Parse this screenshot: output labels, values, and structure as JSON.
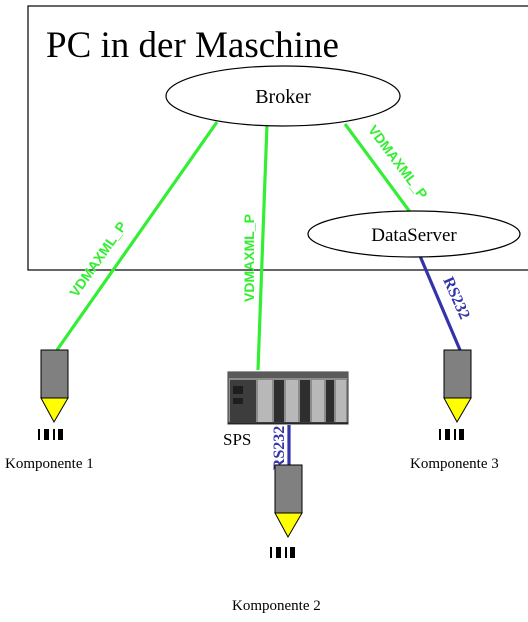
{
  "title": "PC in der Maschine",
  "nodes": {
    "broker": "Broker",
    "dataserver": "DataServer"
  },
  "protocols": {
    "comp1": "VDMAXML_P",
    "sps": "VDMAXML_P",
    "dataserver": "VDMAXML_P",
    "comp3": "RS232",
    "comp2": "RS232"
  },
  "labels": {
    "sps": "SPS",
    "comp1": "Komponente 1",
    "comp2": "Komponente 2",
    "comp3": "Komponente 3"
  },
  "colors": {
    "green_link": "#33ee33",
    "blue_link": "#3333aa",
    "sensor_body": "#808080",
    "sensor_tip": "#ffff00",
    "frame": "#000000"
  }
}
